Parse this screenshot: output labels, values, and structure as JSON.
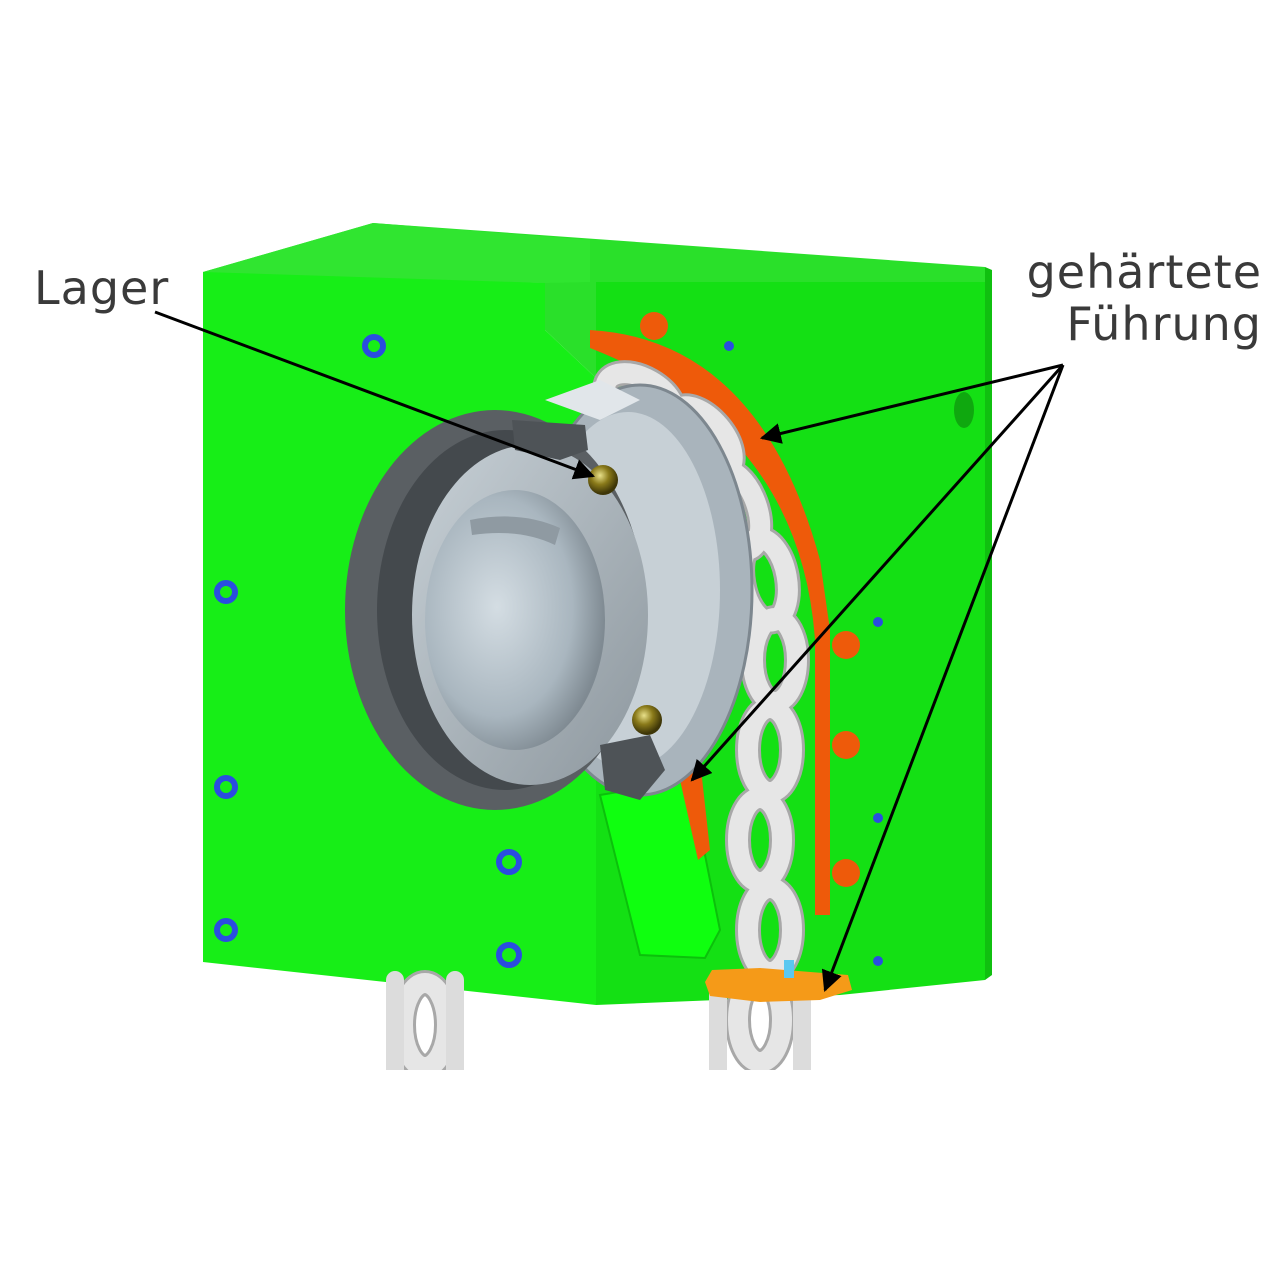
{
  "annotations": {
    "bearing": "Lager",
    "guide_line1": "gehärtete",
    "guide_line2": "Führung"
  },
  "colors": {
    "housing_front": "#17ee17",
    "housing_top": "#2ce52c",
    "housing_side": "#13c813",
    "guide": "#ee5a0a",
    "guide_bottom": "#f59a18",
    "chain": "#dcdcdc",
    "chain_edge": "#a8a8a8",
    "bearing_dark": "#5a5f63",
    "bearing_light": "#b5c0c8",
    "screw": "#2a4de0",
    "ball": "#8a7a1a",
    "arrow": "#000000",
    "label_text": "#3a3a3a"
  },
  "icons": [
    "chain-link",
    "bearing-ball",
    "screw-hole",
    "arrow"
  ]
}
